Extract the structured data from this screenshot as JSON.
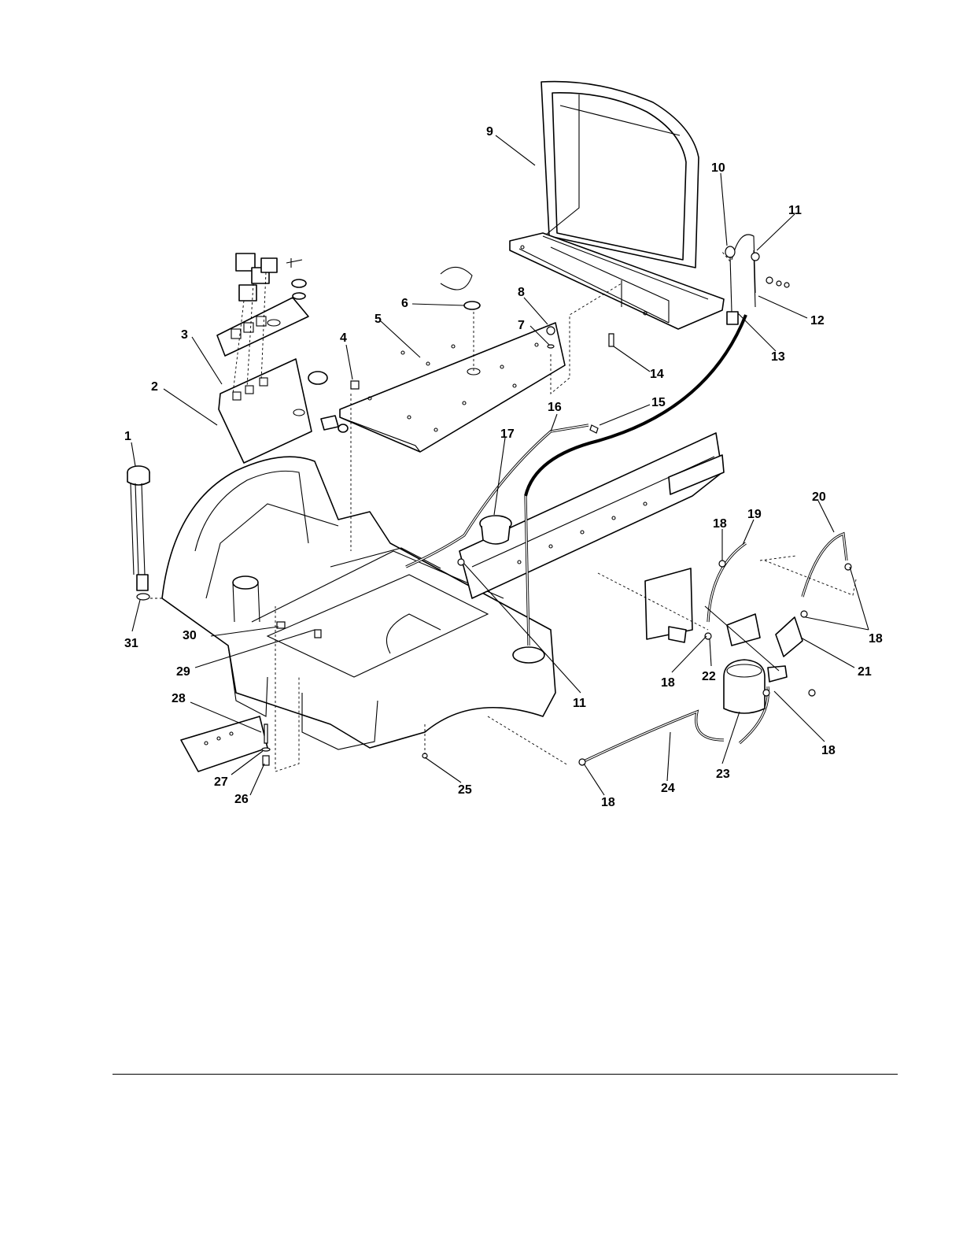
{
  "diagram": {
    "callouts": [
      {
        "id": "c1",
        "label": "1"
      },
      {
        "id": "c2",
        "label": "2"
      },
      {
        "id": "c3",
        "label": "3"
      },
      {
        "id": "c4",
        "label": "4"
      },
      {
        "id": "c5",
        "label": "5"
      },
      {
        "id": "c6",
        "label": "6"
      },
      {
        "id": "c7",
        "label": "7"
      },
      {
        "id": "c8",
        "label": "8"
      },
      {
        "id": "c9",
        "label": "9"
      },
      {
        "id": "c10",
        "label": "10"
      },
      {
        "id": "c11a",
        "label": "11"
      },
      {
        "id": "c11b",
        "label": "11"
      },
      {
        "id": "c12",
        "label": "12"
      },
      {
        "id": "c13",
        "label": "13"
      },
      {
        "id": "c14",
        "label": "14"
      },
      {
        "id": "c15",
        "label": "15"
      },
      {
        "id": "c16",
        "label": "16"
      },
      {
        "id": "c17",
        "label": "17"
      },
      {
        "id": "c18a",
        "label": "18"
      },
      {
        "id": "c18b",
        "label": "18"
      },
      {
        "id": "c18c",
        "label": "18"
      },
      {
        "id": "c18d",
        "label": "18"
      },
      {
        "id": "c18e",
        "label": "18"
      },
      {
        "id": "c19",
        "label": "19"
      },
      {
        "id": "c20",
        "label": "20"
      },
      {
        "id": "c21",
        "label": "21"
      },
      {
        "id": "c22",
        "label": "22"
      },
      {
        "id": "c23",
        "label": "23"
      },
      {
        "id": "c24",
        "label": "24"
      },
      {
        "id": "c25",
        "label": "25"
      },
      {
        "id": "c26",
        "label": "26"
      },
      {
        "id": "c27",
        "label": "27"
      },
      {
        "id": "c28",
        "label": "28"
      },
      {
        "id": "c29",
        "label": "29"
      },
      {
        "id": "c30",
        "label": "30"
      },
      {
        "id": "c31",
        "label": "31"
      }
    ]
  }
}
